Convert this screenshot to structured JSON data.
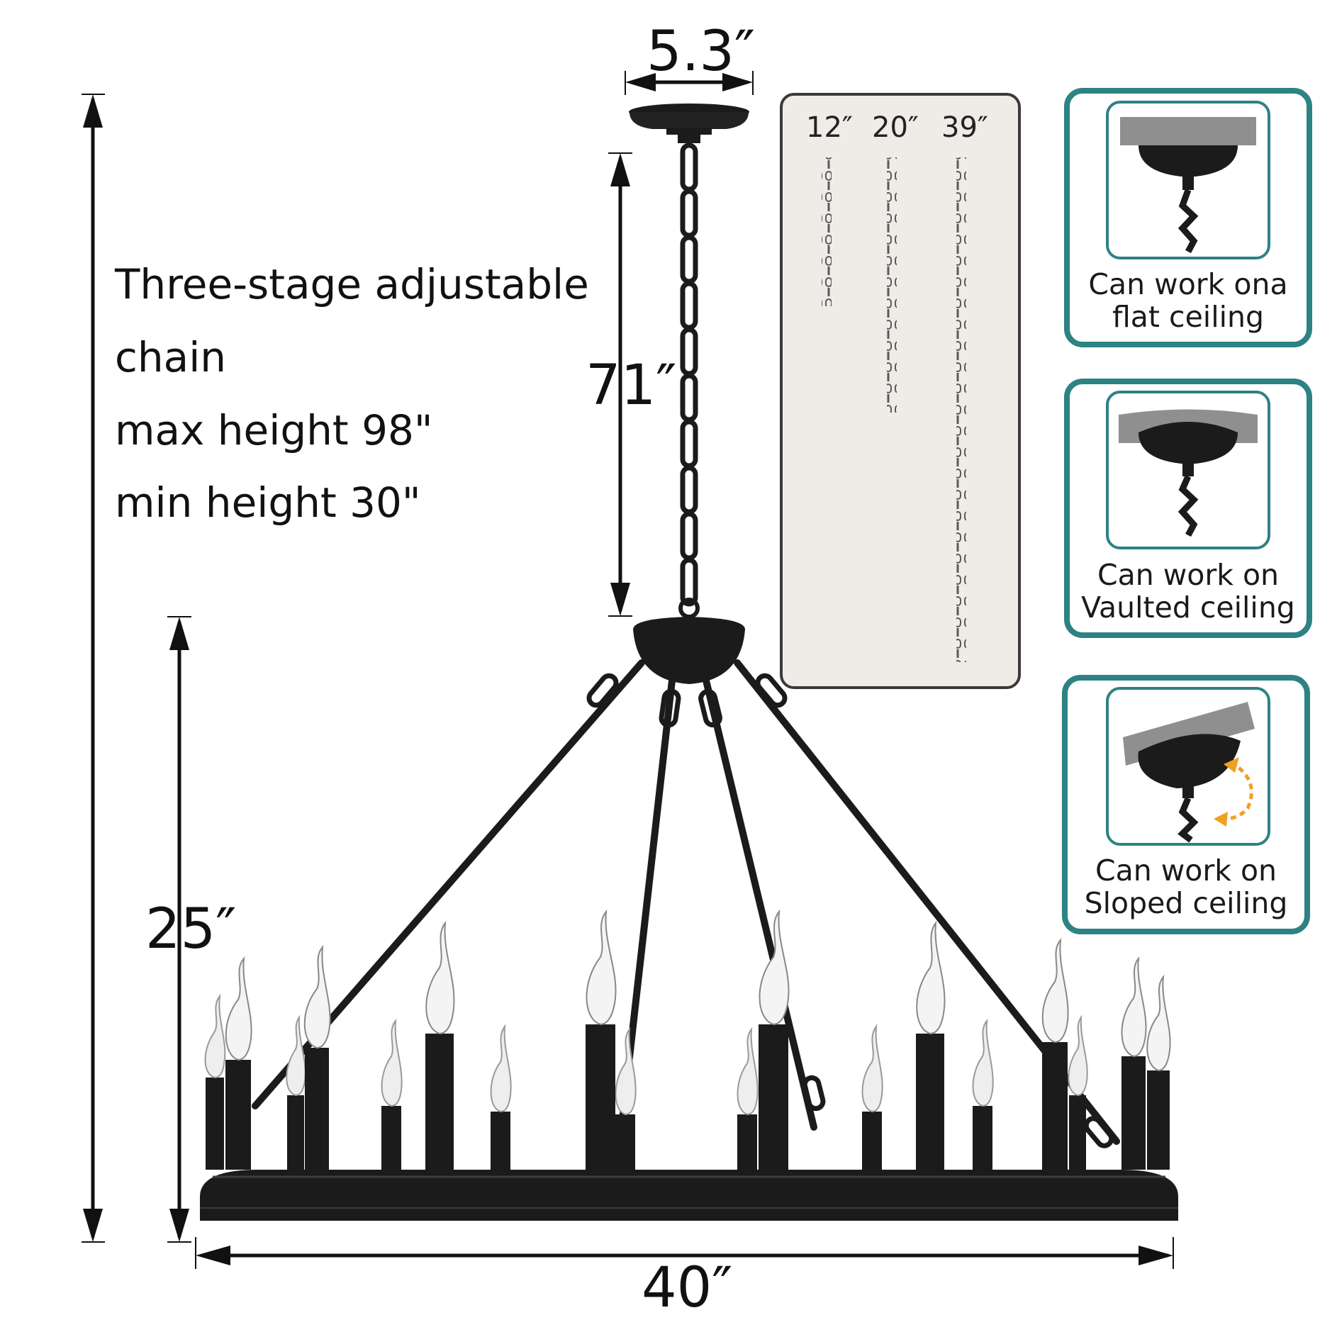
{
  "description": {
    "line1": "Three-stage adjustable",
    "line2": "chain",
    "line3": "max height 98\"",
    "line4": "min height 30\""
  },
  "dimensions": {
    "canopy_width": "5.3″",
    "chain_length": "71″",
    "fixture_height": "25″",
    "diameter": "40″"
  },
  "chain_options": [
    "12″",
    "20″",
    "39″"
  ],
  "ceiling_cards": [
    {
      "line1": "Can work ona",
      "line2": "flat ceiling",
      "icon": "flat-ceiling-icon"
    },
    {
      "line1": "Can work on",
      "line2": "Vaulted ceiling",
      "icon": "vaulted-ceiling-icon"
    },
    {
      "line1": "Can work on",
      "line2": "Sloped ceiling",
      "icon": "sloped-ceiling-icon"
    }
  ],
  "colors": {
    "teal_border": "#2d8284",
    "fixture_black": "#1b1b1b",
    "panel_bg": "#efebe7",
    "rotation_arrow": "#f0a020"
  }
}
